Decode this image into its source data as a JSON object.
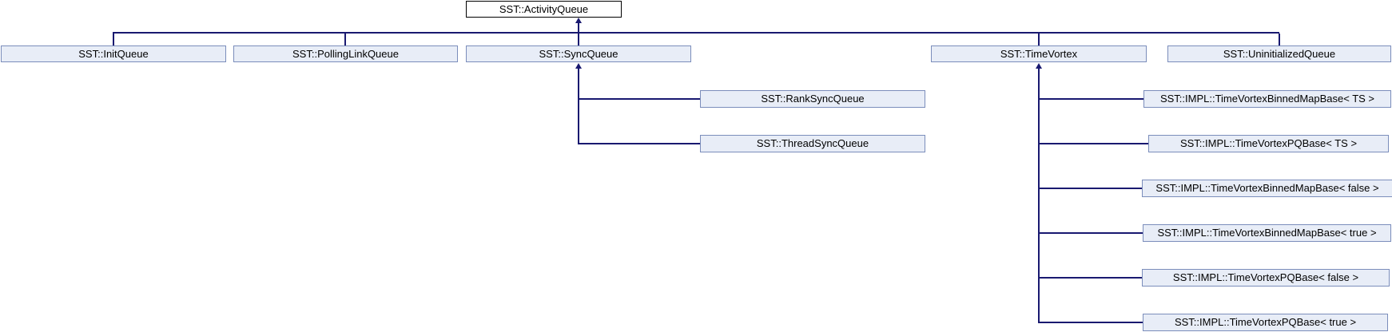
{
  "diagram": {
    "type": "inheritance-graph",
    "colors": {
      "root_fill": "#ffffff",
      "root_border": "#000000",
      "node_fill": "#e8edf7",
      "node_border": "#7b8dbb",
      "edge_line": "#191970"
    },
    "nodes": {
      "activity": {
        "label": "SST::ActivityQueue"
      },
      "init": {
        "label": "SST::InitQueue"
      },
      "polling": {
        "label": "SST::PollingLinkQueue"
      },
      "sync": {
        "label": "SST::SyncQueue"
      },
      "timevortex": {
        "label": "SST::TimeVortex"
      },
      "uninit": {
        "label": "SST::UninitializedQueue"
      },
      "rank": {
        "label": "SST::RankSyncQueue"
      },
      "thread": {
        "label": "SST::ThreadSyncQueue"
      },
      "tv_binned_ts": {
        "label": "SST::IMPL::TimeVortexBinnedMapBase< TS >"
      },
      "tv_pq_ts": {
        "label": "SST::IMPL::TimeVortexPQBase< TS >"
      },
      "tv_binned_false": {
        "label": "SST::IMPL::TimeVortexBinnedMapBase< false >"
      },
      "tv_binned_true": {
        "label": "SST::IMPL::TimeVortexBinnedMapBase< true >"
      },
      "tv_pq_false": {
        "label": "SST::IMPL::TimeVortexPQBase< false >"
      },
      "tv_pq_true": {
        "label": "SST::IMPL::TimeVortexPQBase< true >"
      }
    },
    "edges": [
      {
        "parent": "SST::ActivityQueue",
        "child": "SST::InitQueue"
      },
      {
        "parent": "SST::ActivityQueue",
        "child": "SST::PollingLinkQueue"
      },
      {
        "parent": "SST::ActivityQueue",
        "child": "SST::SyncQueue"
      },
      {
        "parent": "SST::ActivityQueue",
        "child": "SST::TimeVortex"
      },
      {
        "parent": "SST::ActivityQueue",
        "child": "SST::UninitializedQueue"
      },
      {
        "parent": "SST::SyncQueue",
        "child": "SST::RankSyncQueue"
      },
      {
        "parent": "SST::SyncQueue",
        "child": "SST::ThreadSyncQueue"
      },
      {
        "parent": "SST::TimeVortex",
        "child": "SST::IMPL::TimeVortexBinnedMapBase< TS >"
      },
      {
        "parent": "SST::TimeVortex",
        "child": "SST::IMPL::TimeVortexPQBase< TS >"
      },
      {
        "parent": "SST::TimeVortex",
        "child": "SST::IMPL::TimeVortexBinnedMapBase< false >"
      },
      {
        "parent": "SST::TimeVortex",
        "child": "SST::IMPL::TimeVortexBinnedMapBase< true >"
      },
      {
        "parent": "SST::TimeVortex",
        "child": "SST::IMPL::TimeVortexPQBase< false >"
      },
      {
        "parent": "SST::TimeVortex",
        "child": "SST::IMPL::TimeVortexPQBase< true >"
      }
    ]
  }
}
